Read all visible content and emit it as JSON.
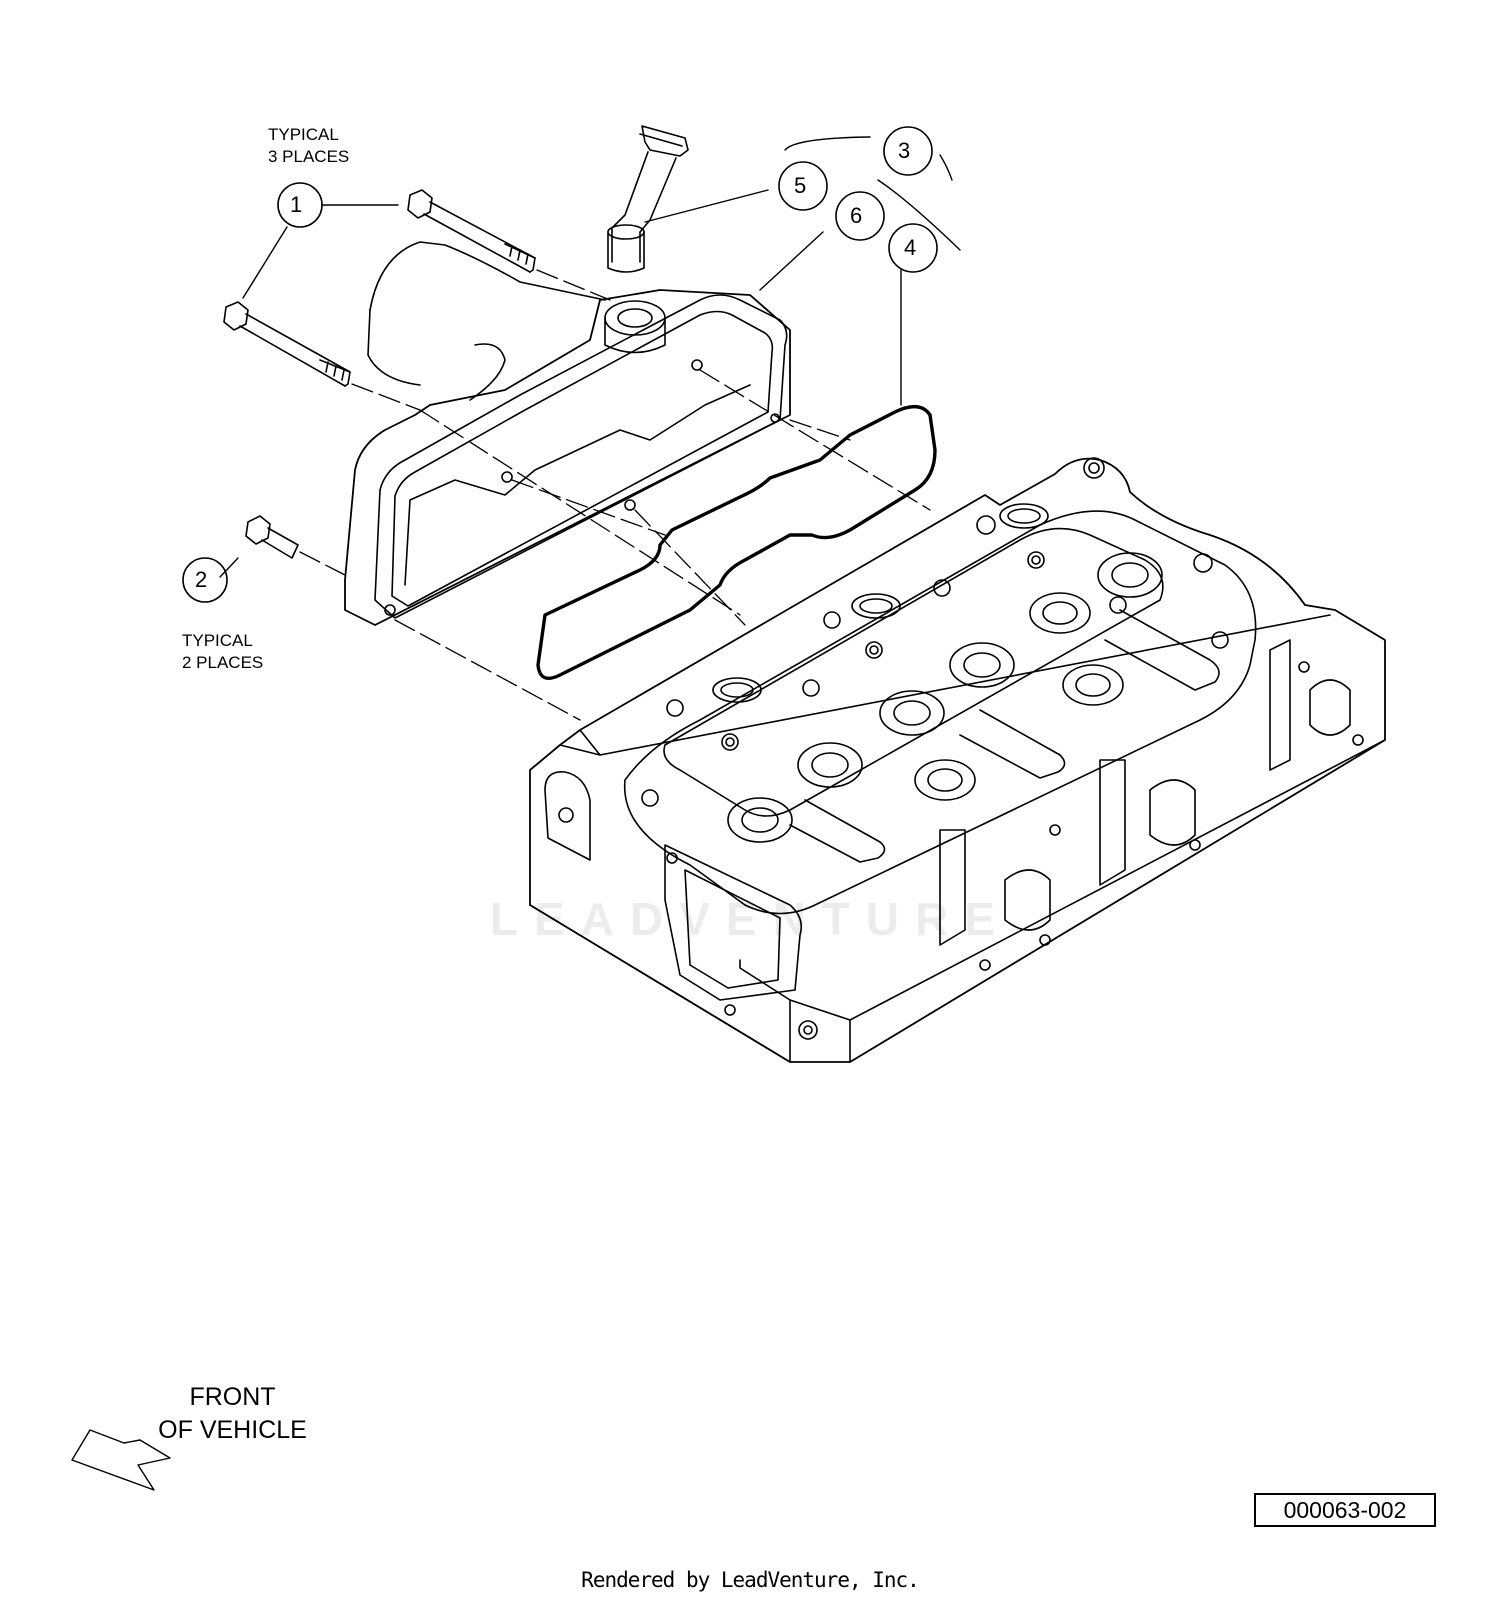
{
  "callouts": [
    {
      "id": "1",
      "label": "1"
    },
    {
      "id": "2",
      "label": "2"
    },
    {
      "id": "3",
      "label": "3"
    },
    {
      "id": "4",
      "label": "4"
    },
    {
      "id": "5",
      "label": "5"
    },
    {
      "id": "6",
      "label": "6"
    }
  ],
  "notes": {
    "typical3": {
      "line1": "TYPICAL",
      "line2": "3 PLACES"
    },
    "typical2": {
      "line1": "TYPICAL",
      "line2": "2 PLACES"
    }
  },
  "front": {
    "line1": "FRONT",
    "line2": "OF VEHICLE"
  },
  "doc_number": "000063-002",
  "watermark": "LEADVENTURE",
  "footer": "Rendered by LeadVenture, Inc.",
  "icons": {
    "front_arrow": "front-arrow-icon"
  }
}
